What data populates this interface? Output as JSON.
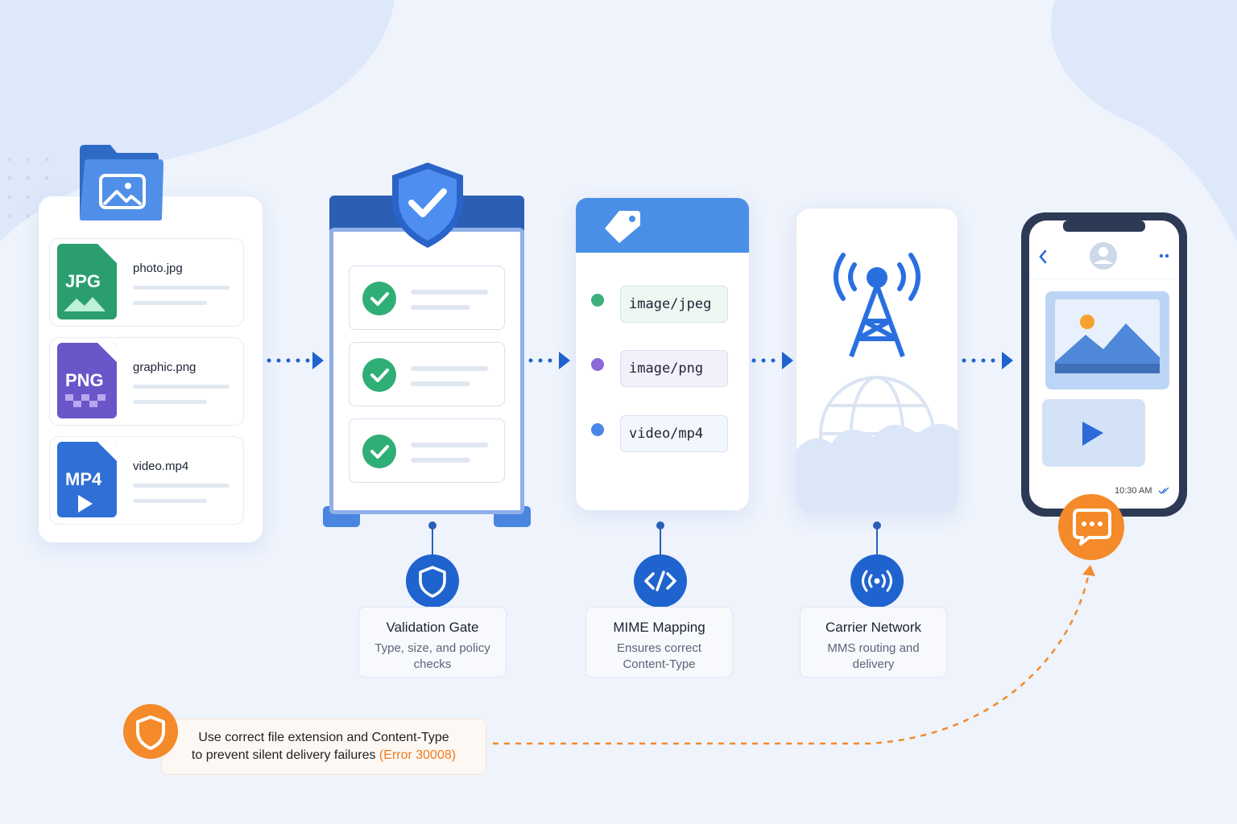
{
  "files": [
    {
      "name": "photo.jpg",
      "type": "JPG",
      "color": "#2a9e6e"
    },
    {
      "name": "graphic.png",
      "type": "PNG",
      "color": "#6a55c9"
    },
    {
      "name": "video.mp4",
      "type": "MP4",
      "color": "#2f6fd6"
    }
  ],
  "mime_types": [
    {
      "value": "image/jpeg",
      "dot_color": "#3db07b",
      "bg": "#eef8f3"
    },
    {
      "value": "image/png",
      "dot_color": "#8b6ad8",
      "bg": "#f3f0fb"
    },
    {
      "value": "video/mp4",
      "dot_color": "#4a86e8",
      "bg": "#f2f6fd"
    }
  ],
  "stages": {
    "validation": {
      "title": "Validation Gate",
      "desc": "Type, size, and policy checks"
    },
    "mime": {
      "title": "MIME Mapping",
      "desc": "Ensures correct Content-Type"
    },
    "carrier": {
      "title": "Carrier Network",
      "desc": "MMS routing and delivery"
    }
  },
  "phone": {
    "timestamp": "10:30 AM"
  },
  "note": {
    "line1": "Use correct file extension and Content-Type",
    "line2": "to prevent silent delivery failures",
    "error": "(Error 30008)"
  },
  "colors": {
    "primary": "#1f63cf",
    "accent": "#f48a2a",
    "success": "#2fae76"
  }
}
